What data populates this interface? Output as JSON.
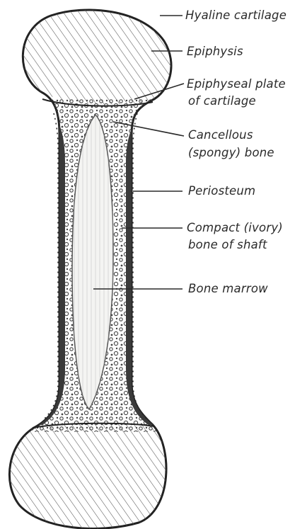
{
  "labels": {
    "hyaline_cartilage": "Hyaline cartilage",
    "epiphysis": "Epiphysis",
    "epiphyseal_plate_line1": "Epiphyseal plate",
    "epiphyseal_plate_line2": "of cartilage",
    "cancellous_line1": "Cancellous",
    "cancellous_line2": "(spongy) bone",
    "periosteum": "Periosteum",
    "compact_line1": "Compact (ivory)",
    "compact_line2": "bone of shaft",
    "bone_marrow": "Bone marrow"
  },
  "colors": {
    "ink": "#2a2a2a",
    "compact_bone": "#3a3a3a",
    "paper": "#ffffff",
    "marrow": "#f4f4f2"
  }
}
